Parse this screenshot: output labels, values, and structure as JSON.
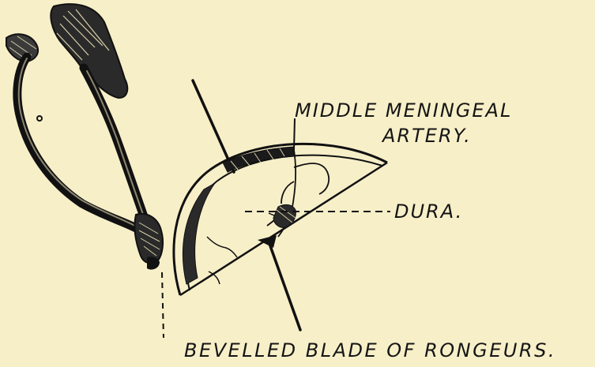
{
  "labels": {
    "middle_meningeal_line1": "MIDDLE  MENINGEAL",
    "middle_meningeal_line2": "ARTERY.",
    "dura": "DURA.",
    "bevelled_blade": "BEVELLED  BLADE  OF  RONGEURS."
  },
  "icons": {
    "rongeurs": "rongeurs-instrument-icon",
    "skull_flap": "bone-flap-icon",
    "probe": "probe-instrument-icon"
  },
  "colors": {
    "background": "#f7efc8",
    "ink": "#151515"
  }
}
